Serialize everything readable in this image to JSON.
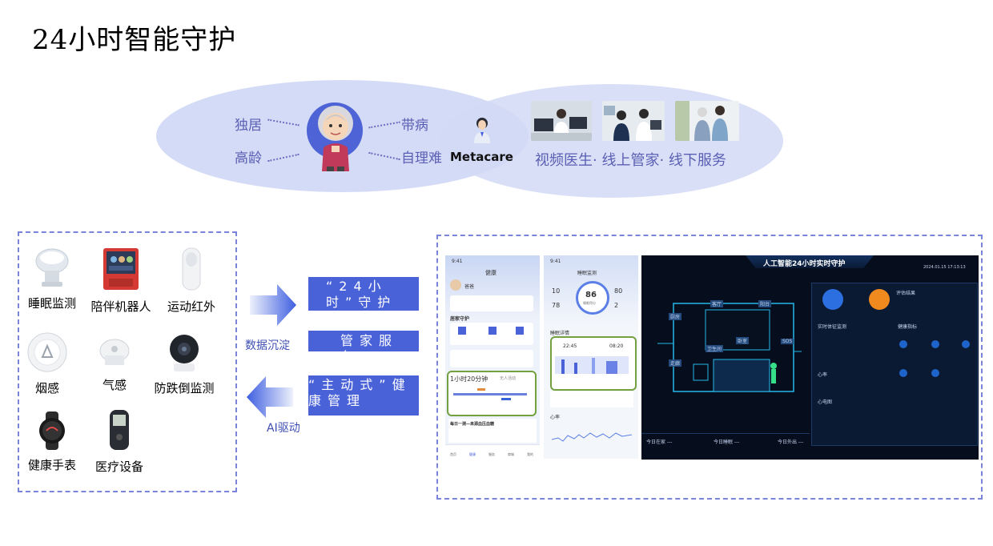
{
  "title": "24小时智能守护",
  "venn": {
    "left_words": {
      "tl": "独居",
      "bl": "高龄",
      "tr": "带病",
      "br": "自理难"
    },
    "center": "Metacare",
    "services": "视频医生· 线上管家· 线下服务",
    "icons": [
      "elderly-avatar-icon",
      "nurse-avatar-icon",
      "video-doctor-photo",
      "online-butler-photo",
      "offline-service-photo"
    ]
  },
  "devices": [
    {
      "label": "睡眠监测",
      "icon": "sleep-sensor-icon"
    },
    {
      "label": "陪伴机器人",
      "icon": "companion-robot-icon"
    },
    {
      "label": "运动红外",
      "icon": "infrared-motion-icon"
    },
    {
      "label": "烟感",
      "icon": "smoke-detector-icon"
    },
    {
      "label": "气感",
      "icon": "gas-detector-icon"
    },
    {
      "label": "防跌倒监测",
      "icon": "fall-camera-icon"
    },
    {
      "label": "健康手表",
      "icon": "smartwatch-icon"
    },
    {
      "label": "医疗设备",
      "icon": "glucose-meter-icon"
    }
  ],
  "flow": {
    "up_label": "数据沉淀",
    "down_label": "AI驱动",
    "bar1": "“24小时”守护",
    "bar2": "管家服务",
    "bar3": "“主动式”健康管理"
  },
  "phone1": {
    "time": "9:41",
    "header": "健康",
    "user": "爸爸",
    "section": "居家守护",
    "sleep_duration": "1小时20分钟",
    "sleep_tag": "无人活动",
    "bp_title": "每日一测—来源血压血糖",
    "nav": [
      "首页",
      "健康",
      "服务",
      "商城",
      "我的"
    ]
  },
  "phone2": {
    "time": "9:41",
    "header": "睡眠监测",
    "score": "86",
    "score_label": "睡眠得分",
    "stat1": "10",
    "stat2": "78",
    "stat3": "80",
    "stat4": "2",
    "bed_time": "22:45",
    "wake_time": "08:20",
    "detail_title": "睡眠详情",
    "heart_title": "心率"
  },
  "dashboard": {
    "title": "人工智能24小时实时守护",
    "datetime": "2024.01.15 17:13:13",
    "right_title": "评估结果",
    "sign_title": "实时体征监测",
    "health_title": "健康指标",
    "hr_title": "心率",
    "ecg_title": "心电图",
    "rooms": [
      "厨房",
      "客厅",
      "卧室",
      "卫生间",
      "走廊",
      "阳台",
      "SOS"
    ],
    "footer": [
      "今日在家 ---",
      "今日睡眠 ---",
      "今日外出 ---"
    ]
  },
  "colors": {
    "accent": "#4a62d8",
    "venn": "#cdd5f5",
    "text_blue": "#5a5fb3",
    "border": "#7a84d8"
  }
}
